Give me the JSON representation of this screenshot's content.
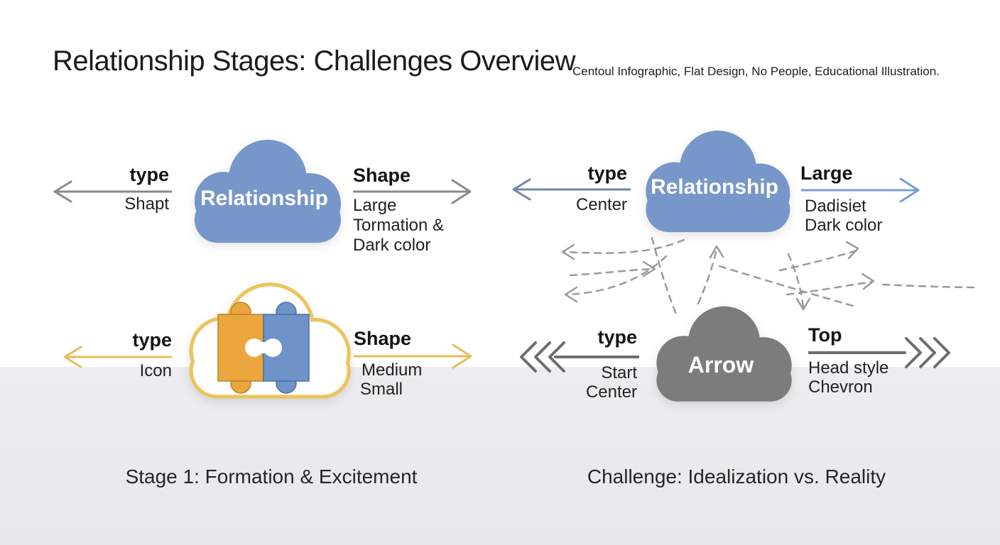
{
  "header": {
    "title": "Relationship Stages: Challenges Overview",
    "subtitle": "Centoul Infographic, Flat Design, No People, Educational Illustration."
  },
  "panels": [
    {
      "name": "formation-relationship",
      "cloud_label": "Relationship",
      "left": {
        "title": "type",
        "lines": [
          "Shapt"
        ]
      },
      "right": {
        "title": "Shape",
        "lines": [
          "Large",
          "Tormation &",
          "Dark color"
        ]
      }
    },
    {
      "name": "challenge-relationship",
      "cloud_label": "Relationship",
      "left": {
        "title": "type",
        "lines": [
          "Center"
        ]
      },
      "right": {
        "title": "Large",
        "lines": [
          "Dadisiet",
          "Dark color"
        ]
      }
    },
    {
      "name": "formation-icon",
      "cloud_label": "",
      "left": {
        "title": "type",
        "lines": [
          "Icon"
        ]
      },
      "right": {
        "title": "Shape",
        "lines": [
          "Medium",
          "Small"
        ]
      }
    },
    {
      "name": "challenge-arrow",
      "cloud_label": "Arrow",
      "left": {
        "title": "type",
        "lines": [
          "Start",
          "Center"
        ]
      },
      "right": {
        "title": "Top",
        "lines": [
          "Head style",
          "Chevron"
        ]
      }
    }
  ],
  "captions": {
    "left": "Stage 1: Formation & Excitement",
    "right": "Challenge: Idealization vs. Reality"
  },
  "colors": {
    "cloud_blue": "#7796c9",
    "cloud_gray": "#7c7c7c",
    "cloud_outline_yellow": "#ecc45e",
    "puzzle_orange": "#eca63e",
    "puzzle_orange_stroke": "#b5802a",
    "puzzle_blue": "#6e93c8",
    "puzzle_blue_stroke": "#4a6fa5",
    "arrow_gray": "#8a8a8a",
    "arrow_steel": "#7188a8",
    "arrow_blue": "#7b9ccd",
    "arrow_yellow": "#e8bd55",
    "arrow_dark_gray": "#6e6e6e",
    "arrow_dashed": "#9a9a9a",
    "background_band": "#ebecee"
  }
}
